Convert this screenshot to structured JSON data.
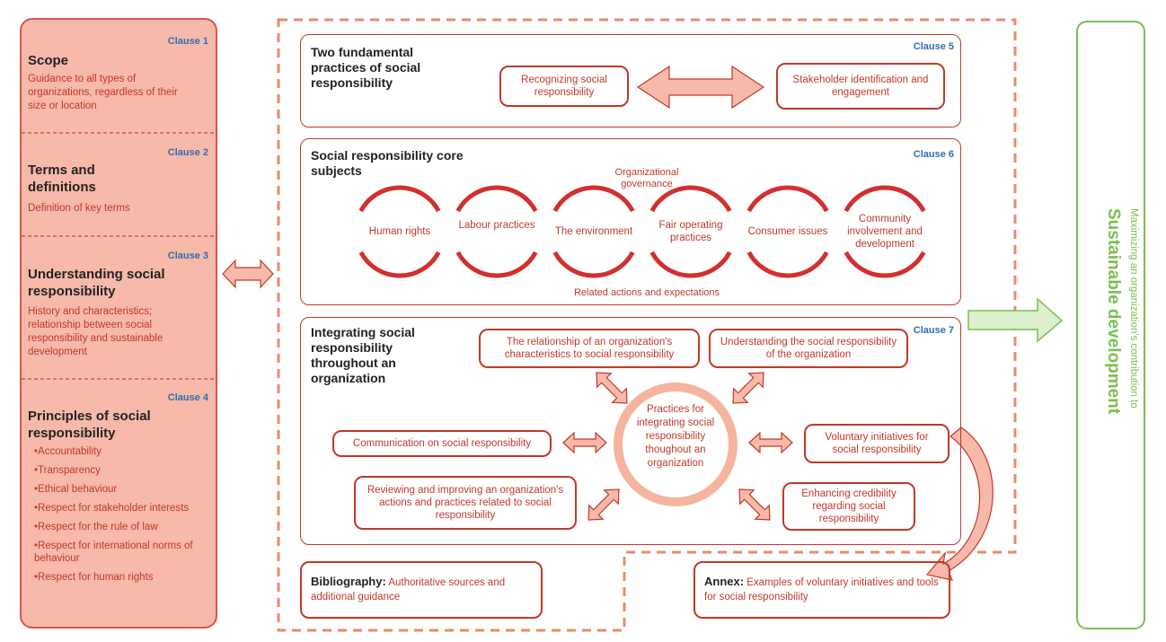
{
  "left_panel": {
    "clauses": [
      {
        "clause": "Clause 1",
        "title": "Scope",
        "desc": "Guidance to all types of organizations, regardless of their size or location"
      },
      {
        "clause": "Clause 2",
        "title": "Terms and definitions",
        "desc": "Definition of key terms"
      },
      {
        "clause": "Clause 3",
        "title": "Understanding social responsibility",
        "desc": "History and characteristics; relationship between social responsibility and sustainable development"
      },
      {
        "clause": "Clause 4",
        "title": "Principles of social responsibility"
      }
    ],
    "principles": [
      "Accountability",
      "Transparency",
      "Ethical behaviour",
      "Respect for stakeholder interests",
      "Respect for the rule of law",
      "Respect for international norms of behaviour",
      "Respect for human rights"
    ]
  },
  "clause5": {
    "label": "Clause 5",
    "title": "Two fundamental practices of social responsibility",
    "left_box": "Recognizing social responsibility",
    "right_box": "Stakeholder identification and engagement"
  },
  "clause6": {
    "label": "Clause 6",
    "title": "Social responsibility core subjects",
    "top_label": "Organizational governance",
    "bottom_label": "Related actions and expectations",
    "subjects": [
      "Human rights",
      "Labour practices",
      "The environment",
      "Fair operating practices",
      "Consumer issues",
      "Community involvement and development"
    ]
  },
  "clause7": {
    "label": "Clause 7",
    "title": "Integrating social responsibility throughout an organization",
    "center": "Practices for integrating social responsibility thoughout an organization",
    "box_tl": "The relationship of an organization's characteristics to social responsibility",
    "box_tr": "Understanding the social responsibility of the organization",
    "box_ml": "Communication on social responsibility",
    "box_mr": "Voluntary initiatives for social responsibility",
    "box_bl": "Reviewing and improving an organization's actions and practices related to social responsibility",
    "box_br": "Enhancing credibility regarding social responsibility"
  },
  "bibliography": {
    "title": "Bibliography:",
    "text": "Authoritative sources and additional guidance"
  },
  "annex": {
    "title": "Annex:",
    "text": "Examples of voluntary initiatives and tools for social responsibility"
  },
  "outcome": {
    "subtitle": "Maximizing an organization's contribution to",
    "title": "Sustainable development"
  },
  "colors": {
    "accent": "#c0392b",
    "fill": "#f7b9a9",
    "green": "#7bbf4f",
    "clause_blue": "#2f6fae"
  }
}
